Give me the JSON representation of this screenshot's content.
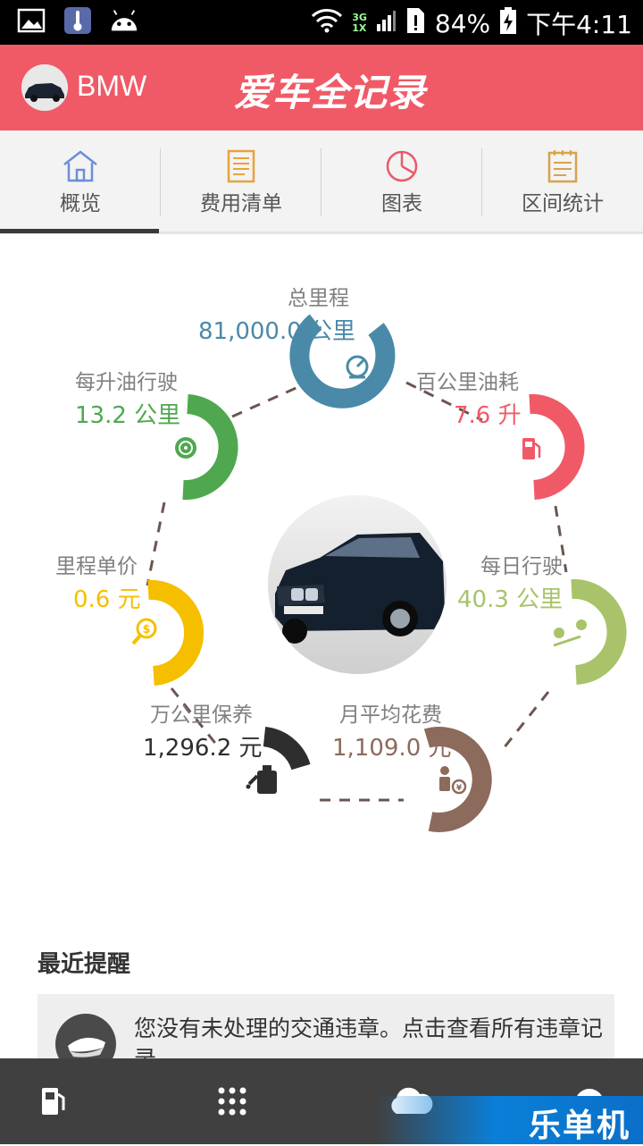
{
  "status_bar": {
    "battery": "84%",
    "time": "下午4:11",
    "network_top": "3G",
    "network_bottom": "1X"
  },
  "header": {
    "car_name": "BMW",
    "app_title": "爱车全记录",
    "bg_color": "#f05a67"
  },
  "tabs": [
    {
      "label": "概览",
      "icon": "house-icon",
      "selected": true
    },
    {
      "label": "费用清单",
      "icon": "receipt-icon"
    },
    {
      "label": "图表",
      "icon": "pie-chart-icon"
    },
    {
      "label": "区间统计",
      "icon": "notepad-icon"
    }
  ],
  "stats": {
    "total_mileage": {
      "label": "总里程",
      "value": "81,000.0 公里",
      "color": "#4a8aa8",
      "icon": "speedometer-icon"
    },
    "km_per_liter": {
      "label": "每升油行驶",
      "value": "13.2 公里",
      "color": "#4fa84f",
      "icon": "steering-wheel-icon"
    },
    "fuel_per_100km": {
      "label": "百公里油耗",
      "value": "7.6 升",
      "color": "#f05a67",
      "icon": "fuel-pump-icon"
    },
    "cost_per_km": {
      "label": "里程单价",
      "value": "0.6 元",
      "color": "#f5bf00",
      "icon": "coin-search-icon"
    },
    "daily_distance": {
      "label": "每日行驶",
      "value": "40.3 公里",
      "color": "#a8c36a",
      "icon": "route-pin-icon"
    },
    "maintenance_per_10k": {
      "label": "万公里保养",
      "value": "1,296.2 元",
      "color": "#2e2e2e",
      "icon": "oil-can-icon"
    },
    "monthly_cost": {
      "label": "月平均花费",
      "value": "1,109.0 元",
      "color": "#8c6a5c",
      "icon": "person-money-icon"
    }
  },
  "reminders": {
    "heading": "最近提醒",
    "item_text": "您没有未处理的交通违章。点击查看所有违章记录。",
    "icon": "police-cap-icon"
  },
  "bottom_bar": {
    "buttons": [
      "fuel-pump-icon",
      "grid-icon",
      "cloud-icon",
      "circle-icon"
    ]
  },
  "watermark": "乐单机"
}
